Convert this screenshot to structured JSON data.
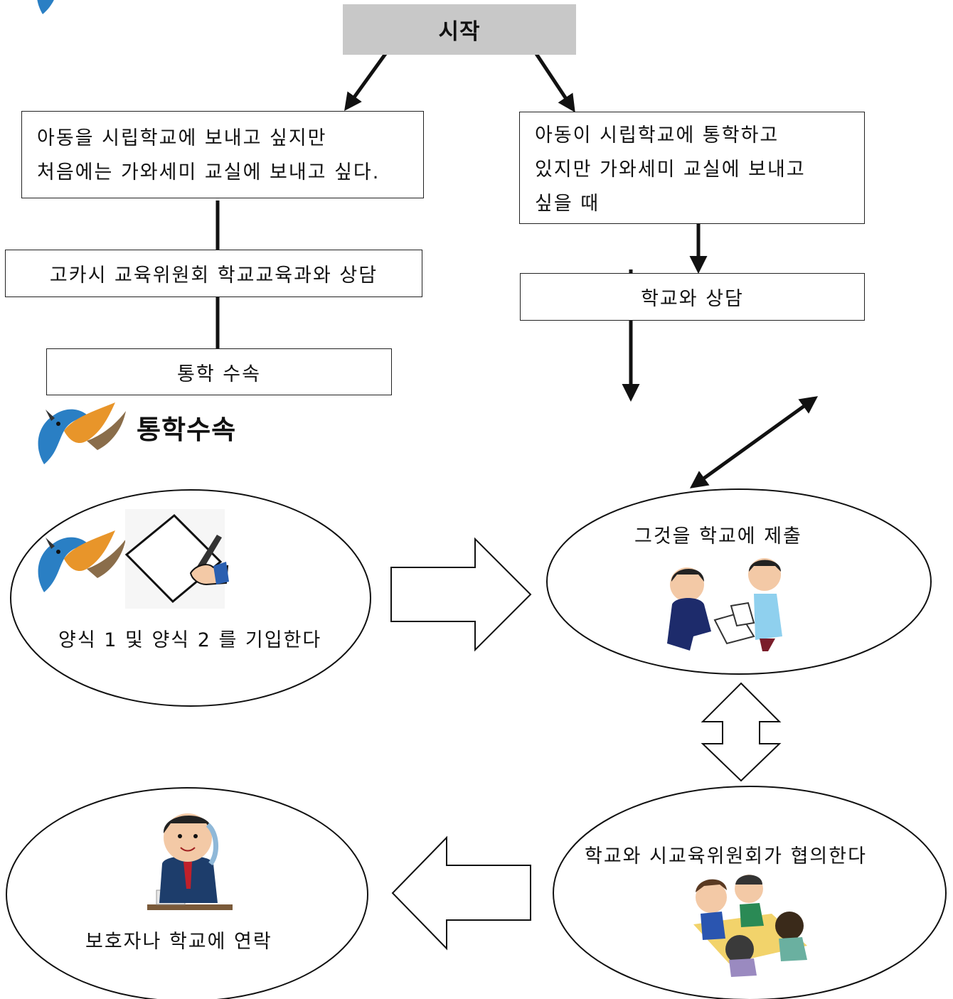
{
  "start": {
    "label": "시작"
  },
  "left_branch": {
    "condition": "아동을 시립학교에 보내고 싶지만\n처음에는 가와세미 교실에 보내고 싶다.",
    "consult": "고카시 교육위원회 학교교육과와 상담",
    "procedure": "통학 수속"
  },
  "right_branch": {
    "condition": "아동이 시립학교에 통학하고\n있지만 가와세미 교실에 보내고\n싶을 때",
    "consult": "학교와 상담"
  },
  "section": {
    "title": "통학수속"
  },
  "steps": {
    "fill_form": "양식 1 및 양식 2 를 기입한다",
    "submit": "그것을 학교에 제출",
    "discuss": "학교와 시교육위원회가 협의한다",
    "contact": "보호자나 학교에 연락"
  },
  "colors": {
    "start_bg": "#c8c8c8",
    "line": "#111111",
    "bird_blue": "#2a7fc4",
    "bird_orange": "#e8952a"
  }
}
